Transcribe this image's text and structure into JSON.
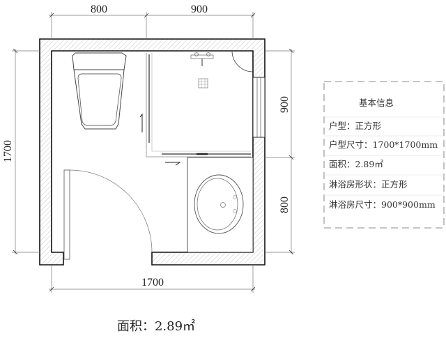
{
  "dimensions": {
    "top_left": "800",
    "top_right": "900",
    "left": "1700",
    "right_top": "900",
    "right_bottom": "800",
    "bottom": "1700"
  },
  "info_box": {
    "title": "基本信息",
    "rows": [
      "户型：正方形",
      "户型尺寸：1700*1700mm",
      "面积：2.89㎡",
      "淋浴房形状：正方形",
      "淋浴房尺寸：900*900mm"
    ]
  },
  "area_label": "面积：2.89㎡"
}
